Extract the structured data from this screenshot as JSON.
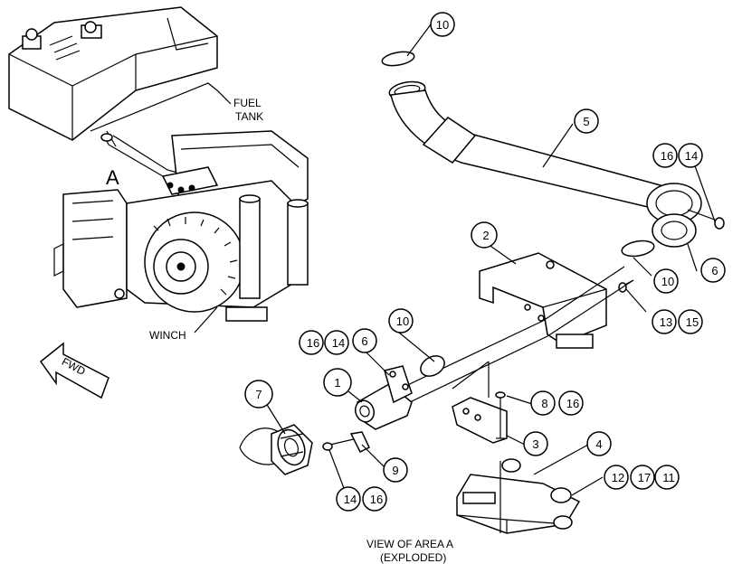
{
  "labels": {
    "fuel_tank_line1": "FUEL",
    "fuel_tank_line2": "TANK",
    "area_letter": "A",
    "winch": "WINCH",
    "fwd": "FWD",
    "view_line1": "VIEW OF AREA A",
    "view_line2": "(EXPLODED)"
  },
  "callouts": [
    {
      "id": "c-10-top",
      "text": "10"
    },
    {
      "id": "c-5",
      "text": "5"
    },
    {
      "id": "c-16-tr",
      "text": "16"
    },
    {
      "id": "c-14-tr",
      "text": "14"
    },
    {
      "id": "c-2",
      "text": "2"
    },
    {
      "id": "c-10-mr",
      "text": "10"
    },
    {
      "id": "c-6-r",
      "text": "6"
    },
    {
      "id": "c-13",
      "text": "13"
    },
    {
      "id": "c-15",
      "text": "15"
    },
    {
      "id": "c-10-mid",
      "text": "10"
    },
    {
      "id": "c-16-mid",
      "text": "16"
    },
    {
      "id": "c-14-mid",
      "text": "14"
    },
    {
      "id": "c-6-mid",
      "text": "6"
    },
    {
      "id": "c-1",
      "text": "1"
    },
    {
      "id": "c-7",
      "text": "7"
    },
    {
      "id": "c-8",
      "text": "8"
    },
    {
      "id": "c-16-8",
      "text": "16"
    },
    {
      "id": "c-3",
      "text": "3"
    },
    {
      "id": "c-4",
      "text": "4"
    },
    {
      "id": "c-9",
      "text": "9"
    },
    {
      "id": "c-12",
      "text": "12"
    },
    {
      "id": "c-17",
      "text": "17"
    },
    {
      "id": "c-11",
      "text": "11"
    },
    {
      "id": "c-14-bot",
      "text": "14"
    },
    {
      "id": "c-16-bot",
      "text": "16"
    }
  ]
}
